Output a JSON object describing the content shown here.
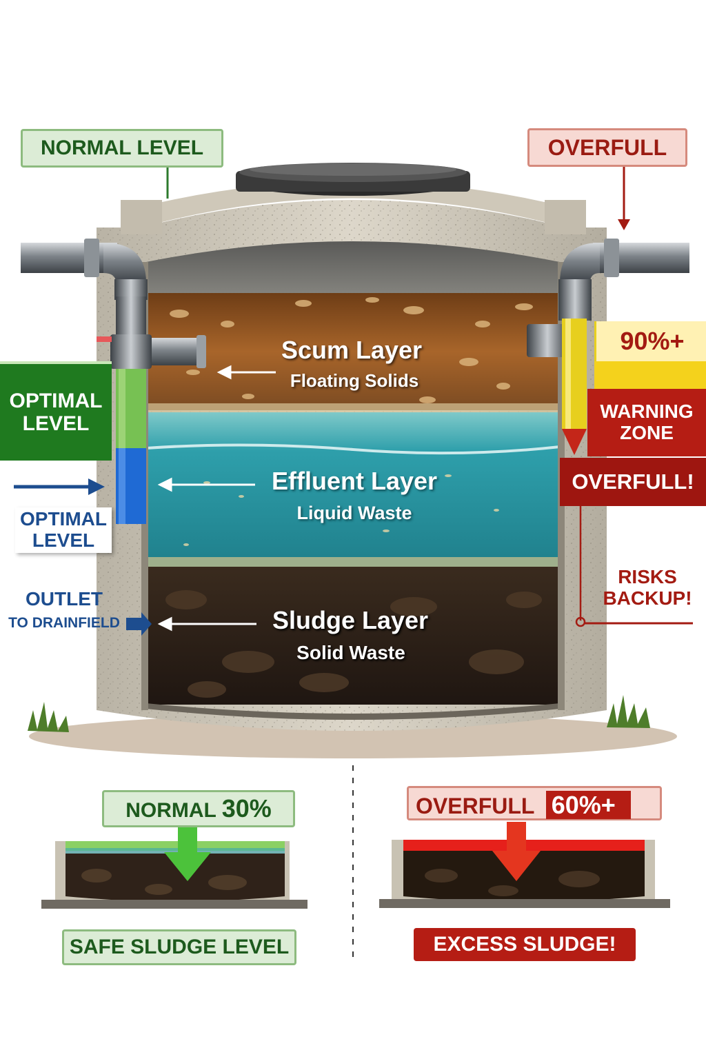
{
  "top_labels": {
    "normal_level": "NORMAL LEVEL",
    "overfull": "OVERFULL"
  },
  "layers": {
    "scum_title": "Scum Layer",
    "scum_sub": "Floating Solids",
    "effluent_title": "Effluent Layer",
    "effluent_sub": "Liquid Waste",
    "sludge_title": "Sludge Layer",
    "sludge_sub": "Solid Waste"
  },
  "left_labels": {
    "optimal_level_green": "OPTIMAL LEVEL",
    "optimal_level_blue": "OPTIMAL LEVEL",
    "outlet_line1": "OUTLET",
    "outlet_line2": "TO DRAINFIELD"
  },
  "right_labels": {
    "percent": "90%+",
    "warning_zone": "WARNING ZONE",
    "overfull_alert": "OVERFULL!",
    "risks_backup": "RISKS BACKUP!"
  },
  "bottom": {
    "normal_word": "NORMAL",
    "normal_pct": "30%",
    "safe_level": "SAFE SLUDGE LEVEL",
    "overfull_word": "OVERFULL",
    "overfull_pct": "60%+",
    "excess": "EXCESS SLUDGE!"
  },
  "colors": {
    "green": "#1f7a1f",
    "red": "#b51d14",
    "blue": "#1d4d8f",
    "yellow": "#f4d21c",
    "effluent": "#3aa7b3",
    "scum": "#9c5a23",
    "sludge": "#2e2119"
  }
}
